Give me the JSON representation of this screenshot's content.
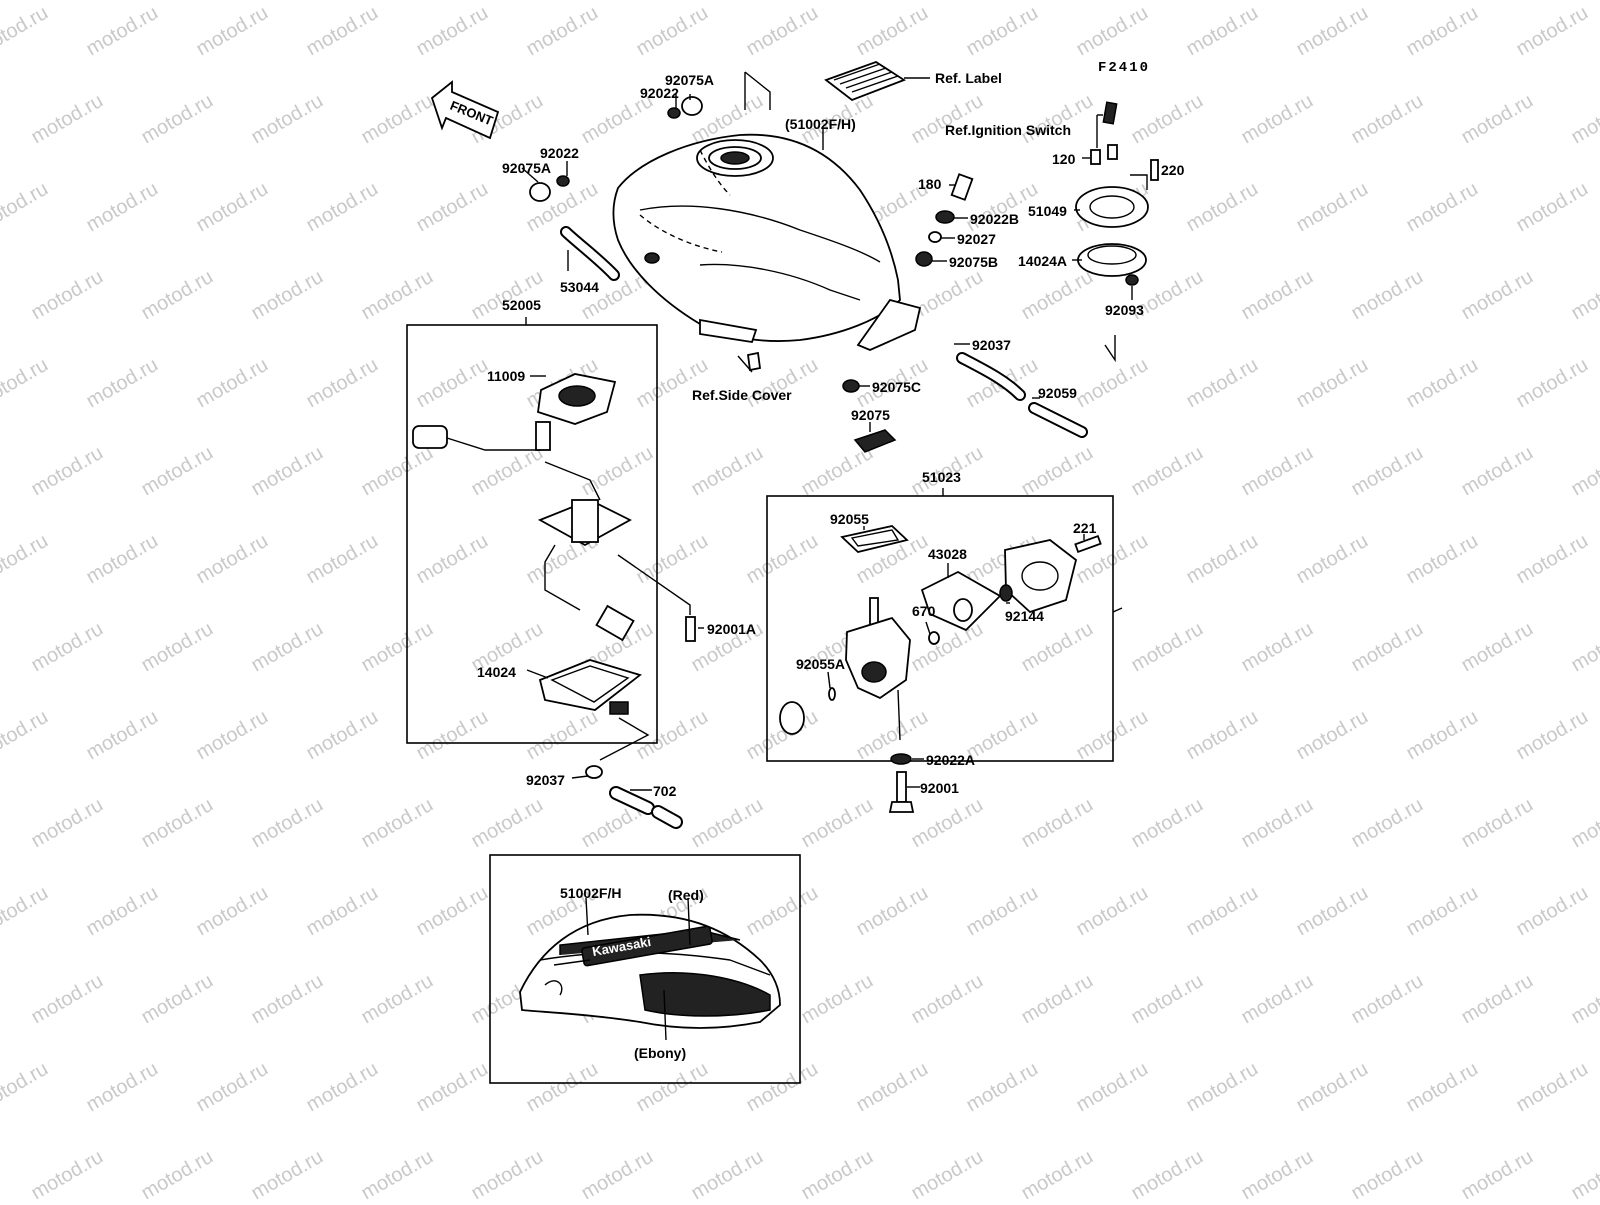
{
  "diagram_code": "F2410",
  "watermark": "motod.ru",
  "front_arrow": "FRONT",
  "labels": {
    "l92075A_top": "92075A",
    "l92022_top": "92022",
    "l92022_left": "92022",
    "l92075A_left": "92075A",
    "l51002FH_main": "(51002F/H)",
    "l53044": "53044",
    "ref_label": "Ref. Label",
    "ref_ignition": "Ref.Ignition Switch",
    "l120": "120",
    "l220": "220",
    "l180": "180",
    "l92022B": "92022B",
    "l92027": "92027",
    "l92075B": "92075B",
    "l51049": "51049",
    "l14024A": "14024A",
    "l92093": "92093",
    "l52005": "52005",
    "l11009": "11009",
    "l92037_top": "92037",
    "ref_side_cover": "Ref.Side Cover",
    "l92075C": "92075C",
    "l92059": "92059",
    "l92075": "92075",
    "l51023": "51023",
    "l92055": "92055",
    "l43028": "43028",
    "l221": "221",
    "l670": "670",
    "l92144": "92144",
    "l92001A": "92001A",
    "l92055A": "92055A",
    "l14024": "14024",
    "l92022A": "92022A",
    "l92001": "92001",
    "l92037_bottom": "92037",
    "l702": "702",
    "l51002FH_inset": "51002F/H",
    "red": "(Red)",
    "ebony": "(Ebony)",
    "brand": "Kawasaki"
  }
}
